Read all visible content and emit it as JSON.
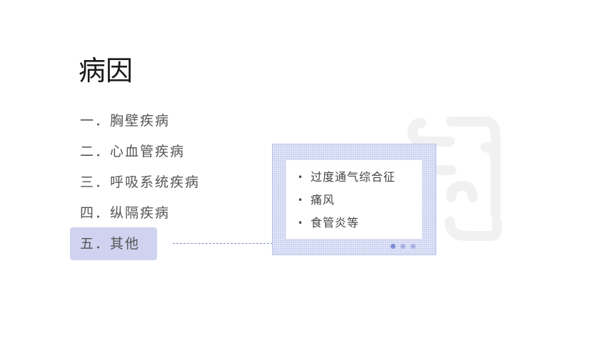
{
  "slide": {
    "title": "病因"
  },
  "causes": {
    "items": [
      {
        "label": "一．胸壁疾病"
      },
      {
        "label": "二．心血管疾病"
      },
      {
        "label": "三．呼吸系统疾病"
      },
      {
        "label": "四．纵隔疾病"
      },
      {
        "label": "五．其他"
      }
    ],
    "selected_index": 4
  },
  "detail_panel": {
    "items": [
      {
        "label": "过度通气综合征"
      },
      {
        "label": "痛风"
      },
      {
        "label": "食管炎等"
      }
    ],
    "bullet": "•",
    "page_dots": 3,
    "active_dot": 0
  },
  "colors": {
    "highlight": "#cfd3ef",
    "panel_frame": "#cdd3f1",
    "connector": "#7b8bc9",
    "dot_active": "#7e8ed6",
    "dot": "#a9b3e3"
  }
}
